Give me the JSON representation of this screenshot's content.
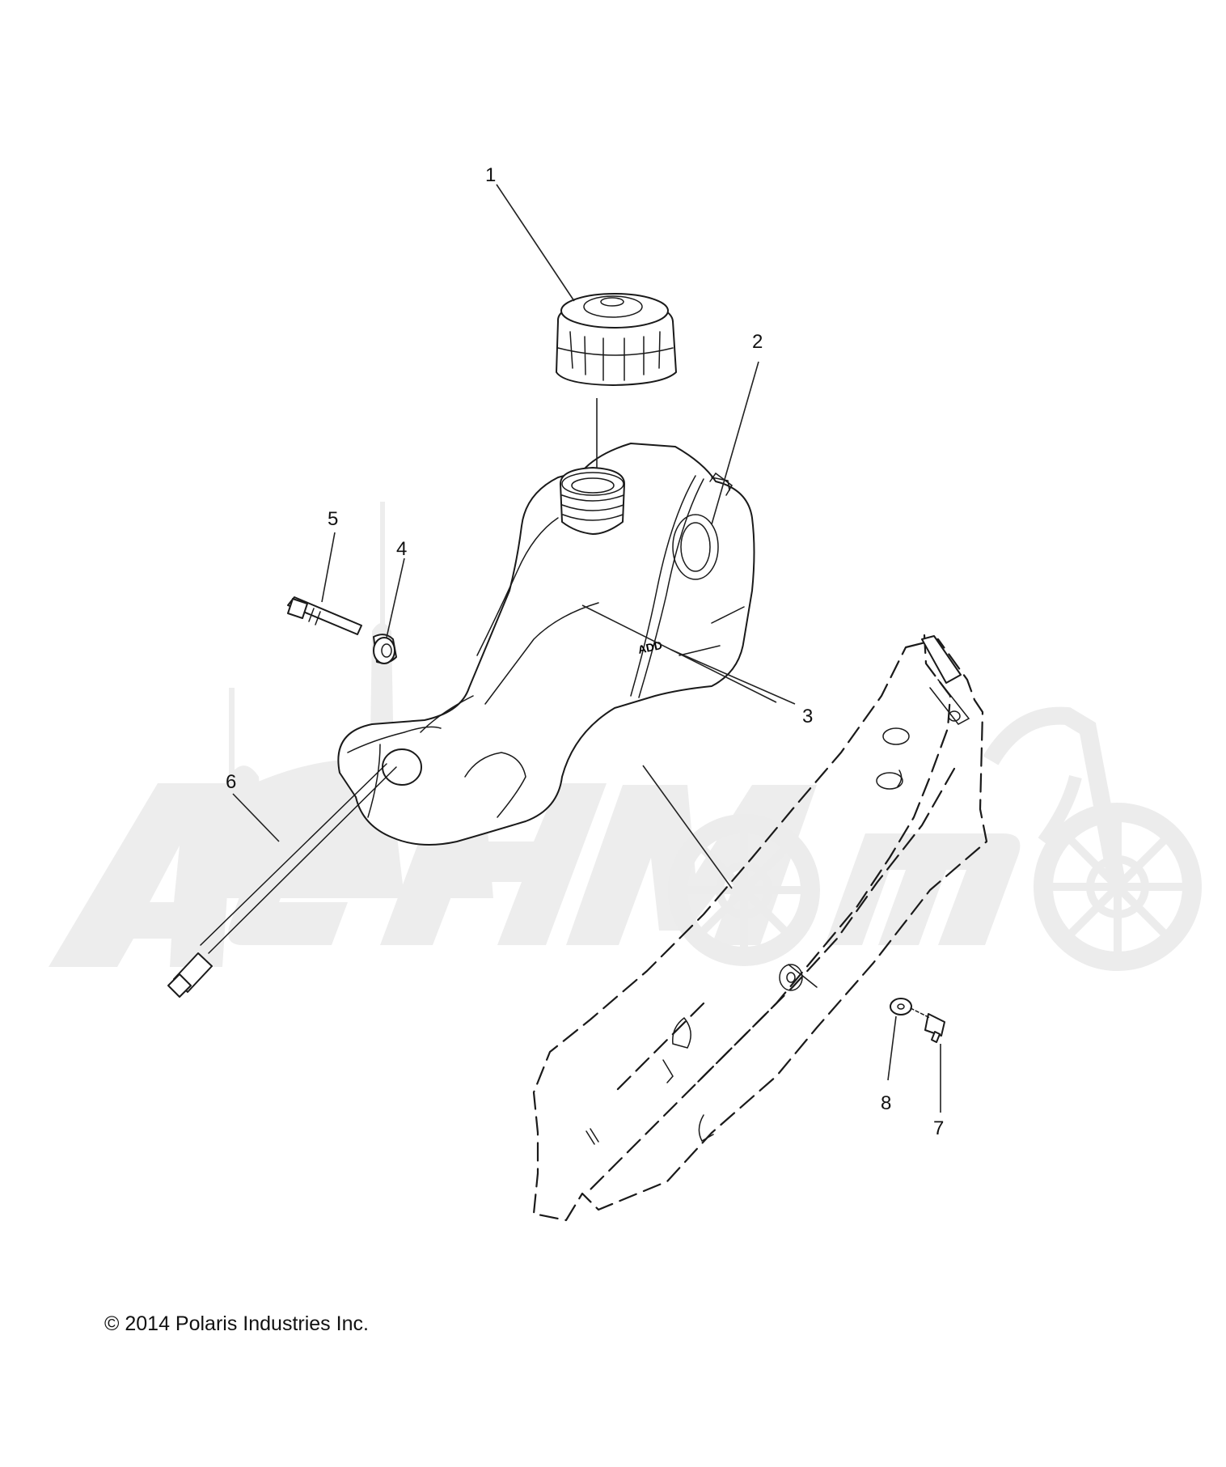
{
  "callouts": [
    {
      "id": "1",
      "label": "1"
    },
    {
      "id": "2",
      "label": "2"
    },
    {
      "id": "3",
      "label": "3"
    },
    {
      "id": "4",
      "label": "4"
    },
    {
      "id": "5",
      "label": "5"
    },
    {
      "id": "6",
      "label": "6"
    },
    {
      "id": "7",
      "label": "7"
    },
    {
      "id": "8",
      "label": "8"
    }
  ],
  "tank_marking": "ADD",
  "watermark_text": "ACHMOTO",
  "copyright": "© 2014 Polaris Industries Inc."
}
